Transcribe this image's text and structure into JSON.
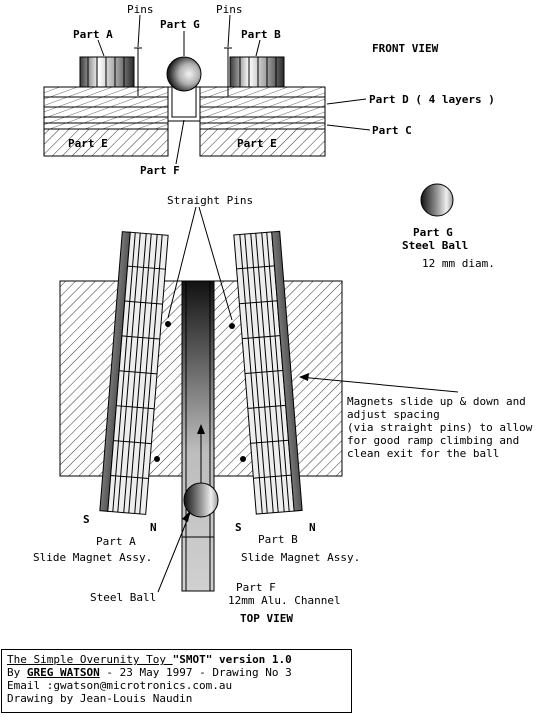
{
  "front_view": {
    "heading": "FRONT VIEW",
    "labels": {
      "pins_left": "Pins",
      "pins_right": "Pins",
      "part_a": "Part A",
      "part_g": "Part G",
      "part_b": "Part B",
      "part_d": "Part D ( 4 layers )",
      "part_c": "Part C",
      "part_e_left": "Part E",
      "part_e_right": "Part E",
      "part_f": "Part F"
    }
  },
  "ball_legend": {
    "name": "Part G",
    "desc": "Steel Ball",
    "size": "12 mm diam."
  },
  "top_view": {
    "heading": "TOP VIEW",
    "straight_pins": "Straight Pins",
    "note_lines": [
      "Magnets slide up & down and",
      "adjust spacing",
      "(via straight pins) to allow",
      "for good ramp climbing and",
      "clean exit for the ball"
    ],
    "left_s": "S",
    "left_n": "N",
    "right_s": "S",
    "right_n": "N",
    "part_a": "Part A",
    "part_a_desc": "Slide Magnet Assy.",
    "part_b": "Part B",
    "part_b_desc": "Slide Magnet Assy.",
    "steel_ball": "Steel Ball",
    "part_f": "Part F",
    "part_f_desc": "12mm Alu. Channel"
  },
  "title_box": {
    "line1_title": "The Simple Overunity Toy ",
    "line1_quote": "\"SMOT\"",
    "line1_version": " version 1.0",
    "line2_by": "By ",
    "line2_author": "GREG WATSON",
    "line2_rest": " - 23 May 1997 - Drawing No 3",
    "line3": "Email :gwatson@microtronics.com.au",
    "line4": "Drawing by Jean-Louis Naudin"
  },
  "colors": {
    "line": "#000000",
    "background": "#ffffff",
    "magnet_dark": "#555555",
    "magnet_light": "#e8e8e8",
    "channel_gray": "#c8c8c8"
  }
}
